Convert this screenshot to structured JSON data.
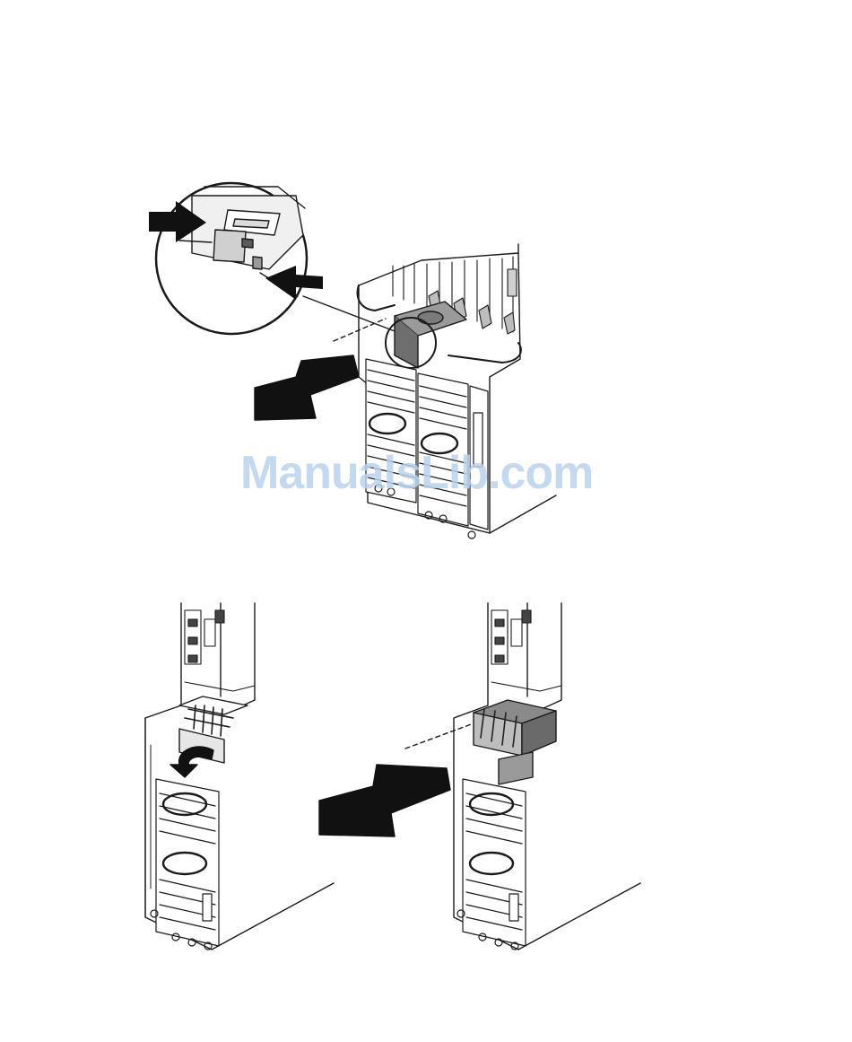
{
  "watermark": {
    "text": "ManualsLib.com",
    "color": "#b8d3ee"
  },
  "figure": {
    "line_color": "#1a1a1a",
    "fill_gray": "#8a8a8a",
    "panels": [
      "detail-view",
      "unlatch-view",
      "pull-out-view"
    ]
  }
}
